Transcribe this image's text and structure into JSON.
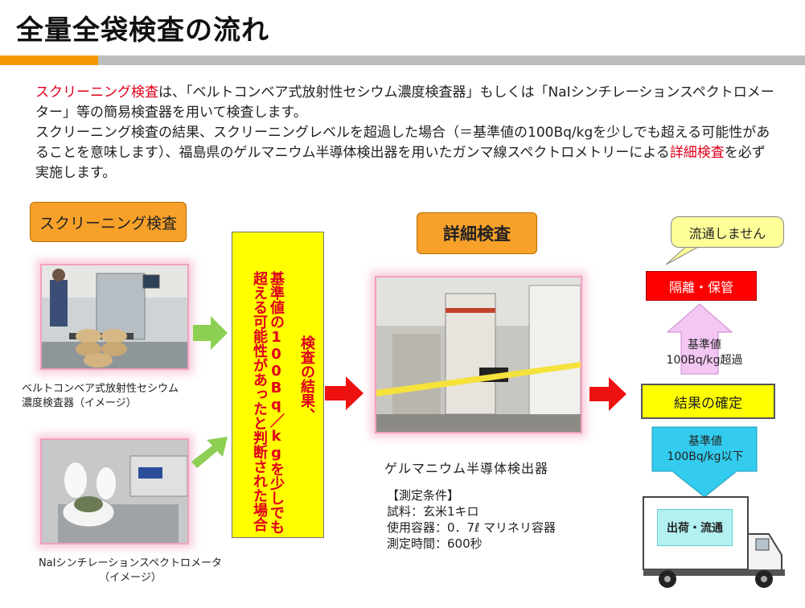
{
  "title": "全量全袋検査の流れ",
  "intro": {
    "line1_highlight": "スクリーニング検査",
    "line1_rest": "は、「ベルトコンベア式放射性セシウム濃度検査器」もしくは「NaIシンチレーションスペクトロメーター」等の簡易検査器を用いて検査します。",
    "line2": "スクリーニング検査の結果、スクリーニングレベルを超過した場合（＝基準値の100Bq/kgを少しでも超える可能性があることを意味します）、福島県のゲルマニウム半導体検出器を用いたガンマ線スペクトロメトリーによる",
    "line2_highlight": "詳細検査",
    "line2_end": "を必ず実施します。"
  },
  "screening_label": "スクリーニング検査",
  "detail_label": "詳細検査",
  "belt_caption_1": "ベルトコンベア式放射性セシウム",
  "belt_caption_2": "濃度検査器（イメージ）",
  "nai_caption_1": "NaIシンチレーションスペクトロメータ",
  "nai_caption_2": "（イメージ）",
  "judgment": {
    "col1": "検査の結果、",
    "col2": "基準値の100Bq／kgを少しでも超える可能性があったと判断された場合"
  },
  "ge_caption": "ゲルマニウム半導体検出器",
  "conditions": {
    "heading": "【測定条件】",
    "sample": "試料：玄米1キロ",
    "container": "使用容器：0．7ℓ マリネリ容器",
    "time": "測定時間：600秒"
  },
  "callout": "流通しません",
  "isolate": "隔離・保管",
  "exceed_1": "基準値",
  "exceed_2": "100Bq/kg超過",
  "decision": "結果の確定",
  "below_1": "基準値",
  "below_2": "100Bq/kg以下",
  "truck_label": "出荷・流通",
  "colors": {
    "accent_red": "#e0001b",
    "orange": "#f7a12a",
    "yellow": "#ffff00",
    "green_arrow": "#8ccf52",
    "red_arrow": "#ee1111",
    "pink_arrow": "#f3c6f3",
    "cyan_arrow": "#33ccee"
  }
}
